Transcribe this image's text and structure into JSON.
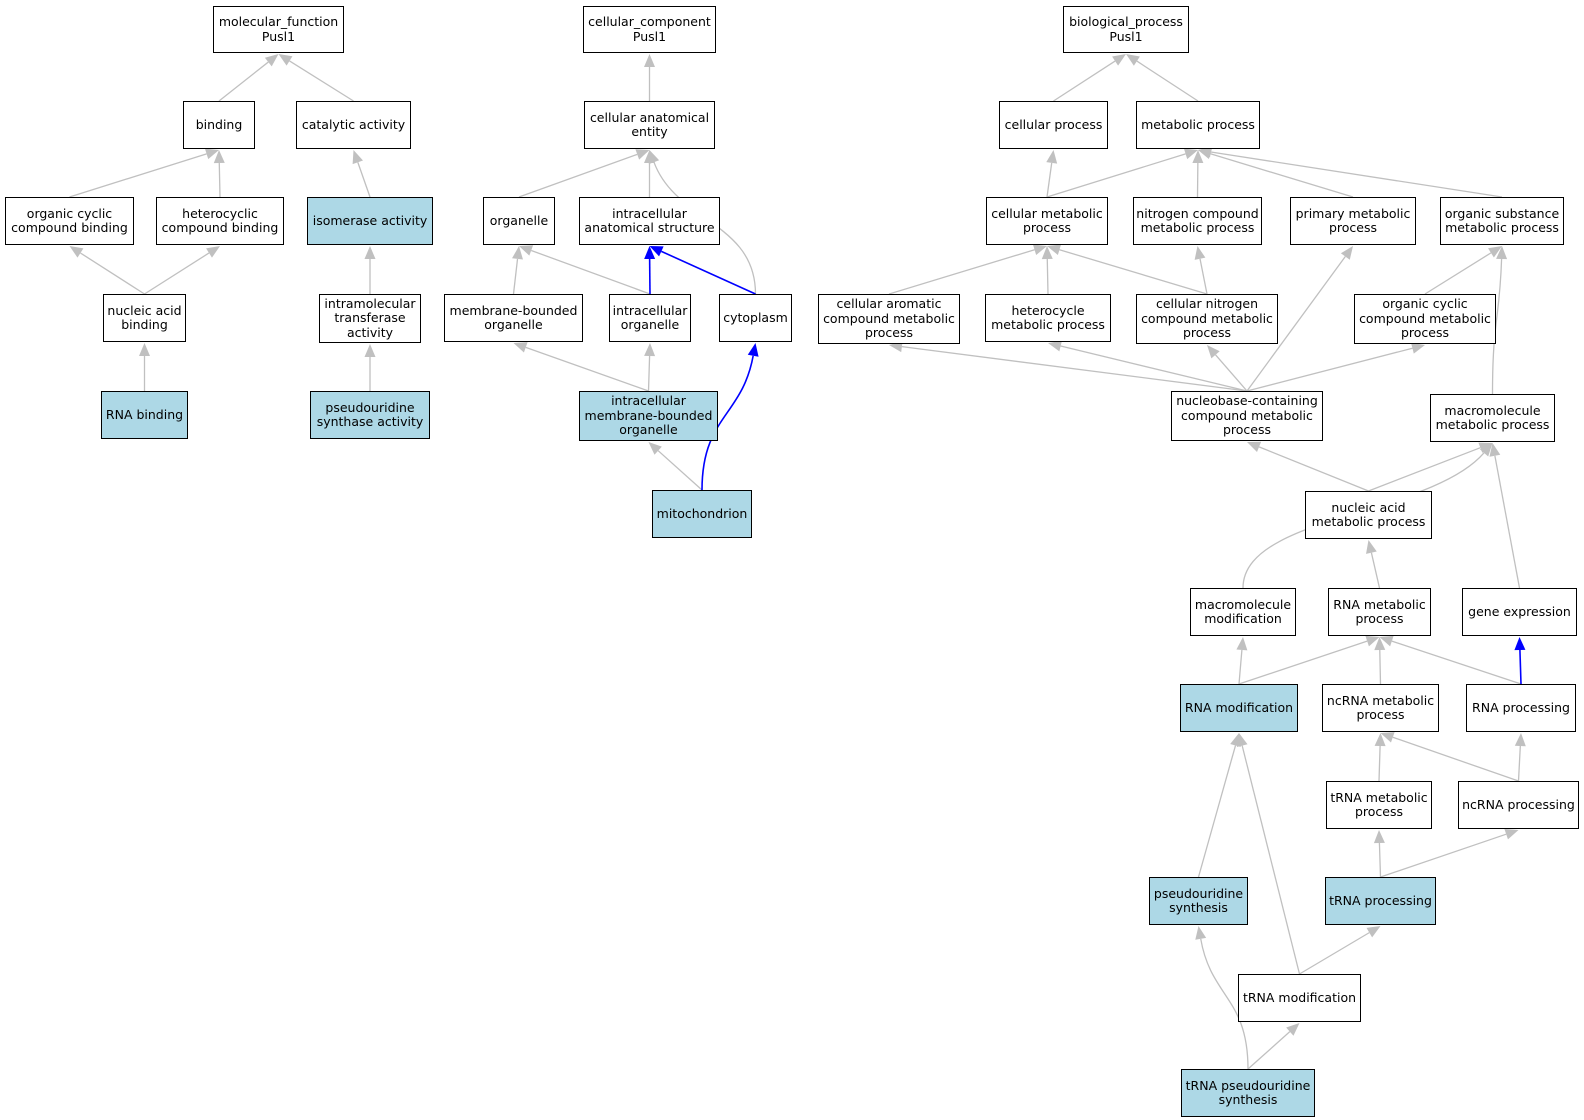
{
  "colors": {
    "highlight": "#add8e6",
    "edge": "#c0c0c0",
    "edge_emph": "#0000ff",
    "border": "#000000"
  },
  "nodes": [
    {
      "id": "mf",
      "label": "molecular_function\nPusl1",
      "hl": false
    },
    {
      "id": "binding",
      "label": "binding",
      "hl": false
    },
    {
      "id": "catalytic",
      "label": "catalytic activity",
      "hl": false
    },
    {
      "id": "orgcyc_bind",
      "label": "organic cyclic\ncompound binding",
      "hl": false
    },
    {
      "id": "hetcyc_bind",
      "label": "heterocyclic\ncompound binding",
      "hl": false
    },
    {
      "id": "isomerase",
      "label": "isomerase activity",
      "hl": true
    },
    {
      "id": "nucacid_bind",
      "label": "nucleic acid\nbinding",
      "hl": false
    },
    {
      "id": "intramol",
      "label": "intramolecular\ntransferase\nactivity",
      "hl": false
    },
    {
      "id": "rna_binding",
      "label": "RNA binding",
      "hl": true
    },
    {
      "id": "pus_activity",
      "label": "pseudouridine\nsynthase activity",
      "hl": true
    },
    {
      "id": "cc",
      "label": "cellular_component\nPusl1",
      "hl": false
    },
    {
      "id": "cae",
      "label": "cellular anatomical\nentity",
      "hl": false
    },
    {
      "id": "organelle",
      "label": "organelle",
      "hl": false
    },
    {
      "id": "ias",
      "label": "intracellular\nanatomical structure",
      "hl": false
    },
    {
      "id": "mbo",
      "label": "membrane-bounded\norganelle",
      "hl": false
    },
    {
      "id": "io",
      "label": "intracellular\norganelle",
      "hl": false
    },
    {
      "id": "cytoplasm",
      "label": "cytoplasm",
      "hl": false
    },
    {
      "id": "imbo",
      "label": "intracellular\nmembrane-bounded\norganelle",
      "hl": true
    },
    {
      "id": "mito",
      "label": "mitochondrion",
      "hl": true
    },
    {
      "id": "bp",
      "label": "biological_process\nPusl1",
      "hl": false
    },
    {
      "id": "cellproc",
      "label": "cellular process",
      "hl": false
    },
    {
      "id": "metproc",
      "label": "metabolic process",
      "hl": false
    },
    {
      "id": "cellmet",
      "label": "cellular metabolic\nprocess",
      "hl": false
    },
    {
      "id": "nitromet",
      "label": "nitrogen compound\nmetabolic process",
      "hl": false
    },
    {
      "id": "primmet",
      "label": "primary metabolic\nprocess",
      "hl": false
    },
    {
      "id": "orgsubmet",
      "label": "organic substance\nmetabolic process",
      "hl": false
    },
    {
      "id": "cellarom",
      "label": "cellular aromatic\ncompound metabolic\nprocess",
      "hl": false
    },
    {
      "id": "hetmet",
      "label": "heterocycle\nmetabolic process",
      "hl": false
    },
    {
      "id": "cellnitro",
      "label": "cellular nitrogen\ncompound metabolic\nprocess",
      "hl": false
    },
    {
      "id": "orgcycmet",
      "label": "organic cyclic\ncompound metabolic\nprocess",
      "hl": false
    },
    {
      "id": "nucleobase",
      "label": "nucleobase-containing\ncompound metabolic\nprocess",
      "hl": false
    },
    {
      "id": "macromet",
      "label": "macromolecule\nmetabolic process",
      "hl": false
    },
    {
      "id": "nucacidmet",
      "label": "nucleic acid\nmetabolic process",
      "hl": false
    },
    {
      "id": "macromod",
      "label": "macromolecule\nmodification",
      "hl": false
    },
    {
      "id": "rnamet",
      "label": "RNA metabolic\nprocess",
      "hl": false
    },
    {
      "id": "geneexp",
      "label": "gene expression",
      "hl": false
    },
    {
      "id": "rnamod",
      "label": "RNA modification",
      "hl": true
    },
    {
      "id": "ncrnamet",
      "label": "ncRNA metabolic\nprocess",
      "hl": false
    },
    {
      "id": "rnaproc",
      "label": "RNA processing",
      "hl": false
    },
    {
      "id": "trnamet",
      "label": "tRNA metabolic\nprocess",
      "hl": false
    },
    {
      "id": "ncrnaproc",
      "label": "ncRNA processing",
      "hl": false
    },
    {
      "id": "pusynth",
      "label": "pseudouridine\nsynthesis",
      "hl": true
    },
    {
      "id": "trnaproc",
      "label": "tRNA processing",
      "hl": true
    },
    {
      "id": "trnamod",
      "label": "tRNA modification",
      "hl": false
    },
    {
      "id": "trnapus",
      "label": "tRNA pseudouridine\nsynthesis",
      "hl": true
    }
  ],
  "edges": [
    {
      "from": "binding",
      "to": "mf",
      "emph": false
    },
    {
      "from": "catalytic",
      "to": "mf",
      "emph": false
    },
    {
      "from": "orgcyc_bind",
      "to": "binding",
      "emph": false
    },
    {
      "from": "hetcyc_bind",
      "to": "binding",
      "emph": false
    },
    {
      "from": "isomerase",
      "to": "catalytic",
      "emph": false
    },
    {
      "from": "nucacid_bind",
      "to": "orgcyc_bind",
      "emph": false
    },
    {
      "from": "nucacid_bind",
      "to": "hetcyc_bind",
      "emph": false
    },
    {
      "from": "intramol",
      "to": "isomerase",
      "emph": false
    },
    {
      "from": "rna_binding",
      "to": "nucacid_bind",
      "emph": false
    },
    {
      "from": "pus_activity",
      "to": "intramol",
      "emph": false
    },
    {
      "from": "cae",
      "to": "cc",
      "emph": false
    },
    {
      "from": "organelle",
      "to": "cae",
      "emph": false
    },
    {
      "from": "ias",
      "to": "cae",
      "emph": false
    },
    {
      "from": "cytoplasm",
      "to": "cae",
      "emph": false,
      "curve": true
    },
    {
      "from": "mbo",
      "to": "organelle",
      "emph": false
    },
    {
      "from": "io",
      "to": "organelle",
      "emph": false
    },
    {
      "from": "io",
      "to": "ias",
      "emph": true
    },
    {
      "from": "cytoplasm",
      "to": "ias",
      "emph": true
    },
    {
      "from": "imbo",
      "to": "mbo",
      "emph": false
    },
    {
      "from": "imbo",
      "to": "io",
      "emph": false
    },
    {
      "from": "mito",
      "to": "imbo",
      "emph": false
    },
    {
      "from": "mito",
      "to": "cytoplasm",
      "emph": true,
      "curve": true
    },
    {
      "from": "cellproc",
      "to": "bp",
      "emph": false
    },
    {
      "from": "metproc",
      "to": "bp",
      "emph": false
    },
    {
      "from": "cellmet",
      "to": "cellproc",
      "emph": false
    },
    {
      "from": "cellmet",
      "to": "metproc",
      "emph": false
    },
    {
      "from": "nitromet",
      "to": "metproc",
      "emph": false
    },
    {
      "from": "primmet",
      "to": "metproc",
      "emph": false
    },
    {
      "from": "orgsubmet",
      "to": "metproc",
      "emph": false
    },
    {
      "from": "cellarom",
      "to": "cellmet",
      "emph": false
    },
    {
      "from": "hetmet",
      "to": "cellmet",
      "emph": false
    },
    {
      "from": "cellnitro",
      "to": "cellmet",
      "emph": false
    },
    {
      "from": "cellnitro",
      "to": "nitromet",
      "emph": false
    },
    {
      "from": "orgcycmet",
      "to": "orgsubmet",
      "emph": false
    },
    {
      "from": "nucleobase",
      "to": "cellarom",
      "emph": false
    },
    {
      "from": "nucleobase",
      "to": "hetmet",
      "emph": false
    },
    {
      "from": "nucleobase",
      "to": "cellnitro",
      "emph": false
    },
    {
      "from": "nucleobase",
      "to": "primmet",
      "emph": false
    },
    {
      "from": "nucleobase",
      "to": "orgcycmet",
      "emph": false
    },
    {
      "from": "macromet",
      "to": "orgsubmet",
      "emph": false,
      "curve": true
    },
    {
      "from": "nucacidmet",
      "to": "nucleobase",
      "emph": false
    },
    {
      "from": "nucacidmet",
      "to": "macromet",
      "emph": false
    },
    {
      "from": "macromod",
      "to": "macromet",
      "emph": false,
      "curve": true
    },
    {
      "from": "rnamet",
      "to": "nucacidmet",
      "emph": false
    },
    {
      "from": "geneexp",
      "to": "macromet",
      "emph": false
    },
    {
      "from": "rnamod",
      "to": "macromod",
      "emph": false
    },
    {
      "from": "rnamod",
      "to": "rnamet",
      "emph": false
    },
    {
      "from": "ncrnamet",
      "to": "rnamet",
      "emph": false
    },
    {
      "from": "rnaproc",
      "to": "rnamet",
      "emph": false
    },
    {
      "from": "rnaproc",
      "to": "geneexp",
      "emph": true
    },
    {
      "from": "trnamet",
      "to": "ncrnamet",
      "emph": false
    },
    {
      "from": "ncrnaproc",
      "to": "ncrnamet",
      "emph": false
    },
    {
      "from": "ncrnaproc",
      "to": "rnaproc",
      "emph": false
    },
    {
      "from": "pusynth",
      "to": "rnamod",
      "emph": false
    },
    {
      "from": "trnaproc",
      "to": "trnamet",
      "emph": false
    },
    {
      "from": "trnaproc",
      "to": "ncrnaproc",
      "emph": false
    },
    {
      "from": "trnamod",
      "to": "rnamod",
      "emph": false
    },
    {
      "from": "trnamod",
      "to": "trnaproc",
      "emph": false
    },
    {
      "from": "trnapus",
      "to": "pusynth",
      "emph": false,
      "curve": true
    },
    {
      "from": "trnapus",
      "to": "trnamod",
      "emph": false
    }
  ]
}
